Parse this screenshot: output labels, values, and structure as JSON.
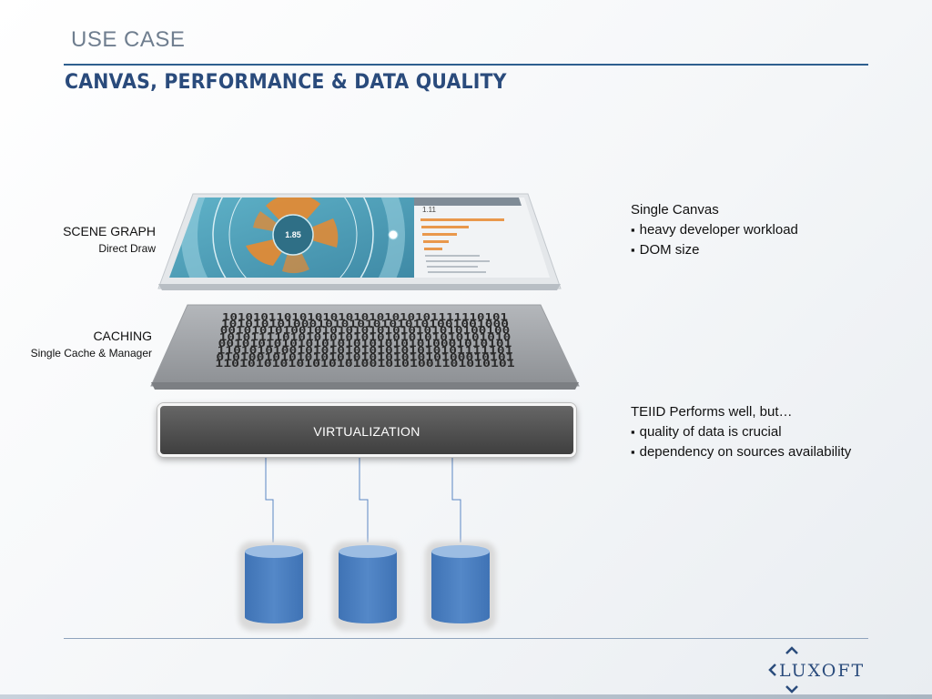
{
  "header": {
    "section": "USE CASE",
    "title": "CANVAS, PERFORMANCE & DATA QUALITY"
  },
  "layers": {
    "scene_graph": {
      "label": "SCENE GRAPH",
      "sublabel": "Direct Draw"
    },
    "caching": {
      "label": "CACHING",
      "sublabel": "Single Cache & Manager",
      "binary_lines": [
        "1010101101010101010101010101111110101",
        "101010101000101010101010101001001000",
        "0010101010010101010101010101010100100",
        "1010111101010101010101010101010101010",
        "0010101010101010101010101010001010101",
        "1101010100101010101010101010101111101",
        "0101001010101010101010101010100010101",
        "1101010101010101010010101001101010101"
      ]
    },
    "virtualization": {
      "label": "VIRTUALIZATION"
    }
  },
  "notes": {
    "top": {
      "heading": "Single Canvas",
      "items": [
        "heavy developer workload",
        "DOM size"
      ]
    },
    "bottom": {
      "heading": "TEIID Performs well, but…",
      "items": [
        "quality of data is crucial",
        "dependency on sources availability"
      ]
    }
  },
  "screen": {
    "big_value": "1.85",
    "side_value": "1.11"
  },
  "logo": {
    "text": "LUXOFT"
  },
  "colors": {
    "title": "#2a4b7c",
    "accent_rule": "#2e5f8f",
    "screen_teal": "#4f9fb8",
    "screen_orange": "#e8892f",
    "cylinder_body": "#4a7fc1",
    "cylinder_top": "#8fb3dd",
    "virtualization_fill": "#4f4f4f",
    "cache_plate": "#9fa2a6"
  }
}
